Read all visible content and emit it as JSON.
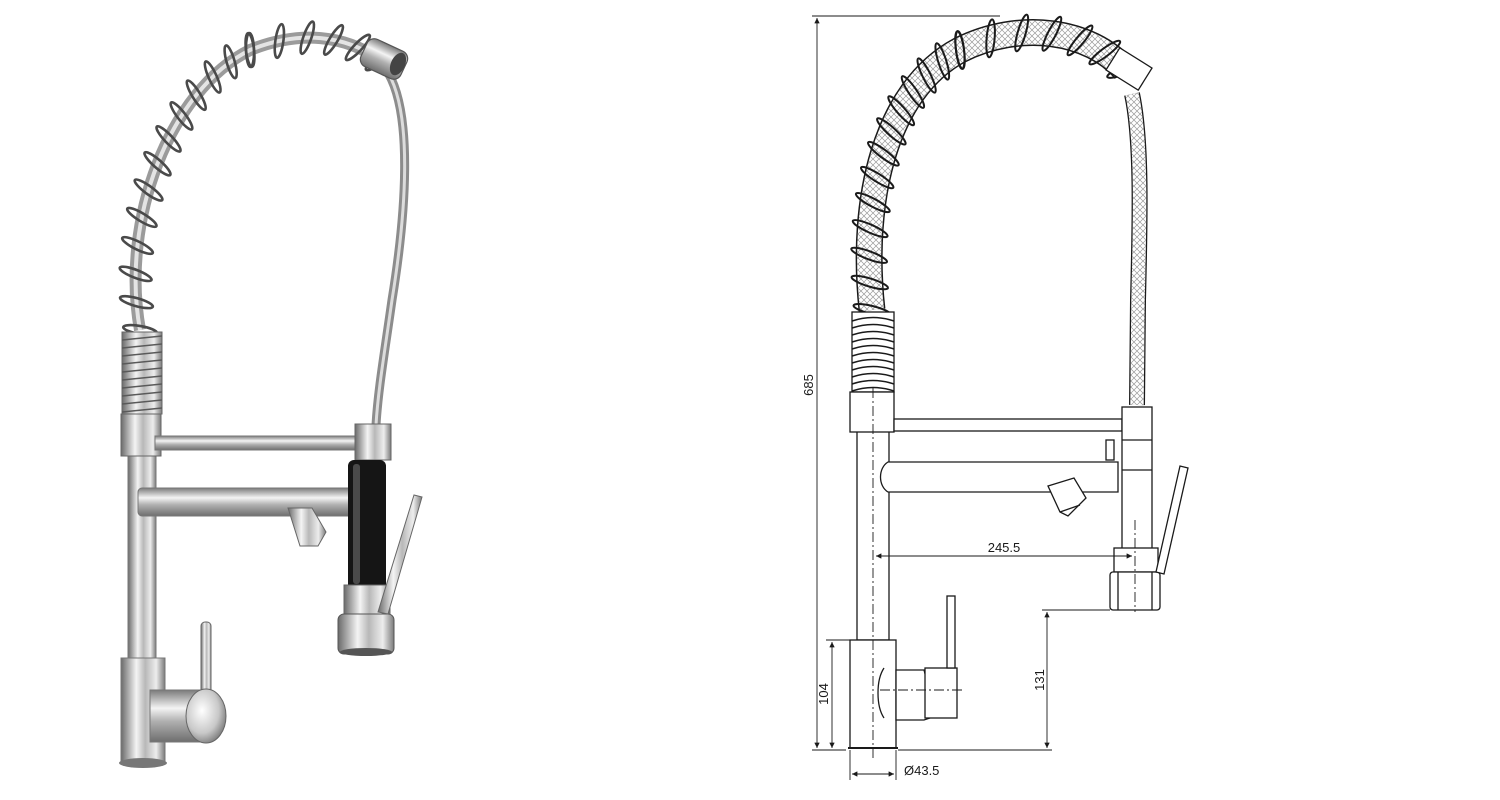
{
  "dimensions": {
    "total_height": "685",
    "spout_reach": "245.5",
    "base_height": "104",
    "outlet_height": "131",
    "base_diameter": "Ø43.5"
  },
  "colors": {
    "background": "#ffffff",
    "line": "#1a1a1a",
    "chrome_dark": "#5a5a5a",
    "chrome_mid": "#a8a8a8",
    "chrome_light": "#f2f2f2",
    "handle_black": "#111111"
  }
}
